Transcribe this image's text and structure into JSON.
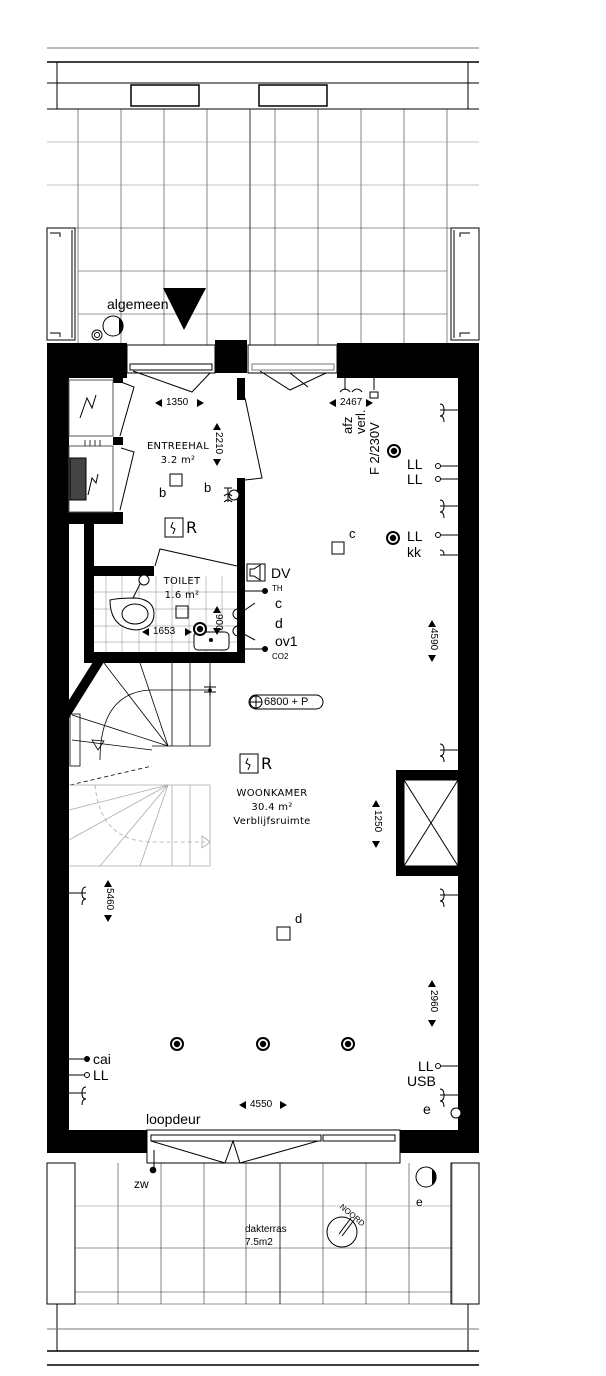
{
  "plan": {
    "entrance_label": "algemeen",
    "rooms": {
      "entreehal": {
        "name": "ENTREEHAL",
        "area": "3.2 m²"
      },
      "toilet": {
        "name": "TOILET",
        "area": "1.6 m²"
      },
      "woonkamer": {
        "name": "WOONKAMER",
        "area": "30.4 m²",
        "type": "Verblijfsruimte"
      },
      "dakterras": {
        "name": "dakterras",
        "area": "7.5m2"
      }
    },
    "dimensions": {
      "entree_width": "1350",
      "entree_height": "2210",
      "top_right": "2467",
      "toilet_width": "1653",
      "toilet_height": "900",
      "right_upper": "4590",
      "right_middle": "1250",
      "left_lower": "5460",
      "right_lower": "2960",
      "bottom_width": "4550"
    },
    "level_marker": "6800 + P",
    "electrical": {
      "afz": "afz",
      "verl": "verl.",
      "f_label": "F 2/230V",
      "ll1": "LL",
      "ll2": "LL",
      "ll3": "LL",
      "kk": "kk",
      "c_living": "c",
      "b1": "b",
      "b2": "b",
      "dv": "DV",
      "th": "TH",
      "c_toilet": "c",
      "d_toilet": "d",
      "ov1": "ov1",
      "co2": "CO2",
      "d_living": "d",
      "cai": "cai",
      "ll_left": "LL",
      "ll_right": "LL",
      "usb": "USB",
      "e_inside": "e",
      "zw": "zw",
      "e_outside": "e",
      "r1": "R",
      "r2": "R"
    },
    "door_label": "loopdeur",
    "compass": "NOORD",
    "colors": {
      "wall": "#000000",
      "line": "#000000",
      "grid": "#555555",
      "light": "#999999"
    }
  }
}
